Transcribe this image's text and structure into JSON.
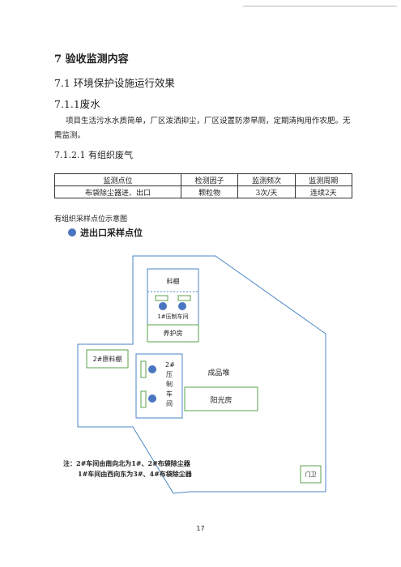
{
  "section": {
    "title": "7 验收监测内容",
    "sub1": "7.1 环境保护设施运行效果",
    "sub2": "7.1.1废水",
    "para": "项目生活污水水质简单，厂区泼洒抑尘，厂区设置防渗旱厕，定期清掏用作农肥。无需监测。",
    "sub3": "7.1.2.1 有组织废气"
  },
  "table": {
    "headers": [
      "监测点位",
      "检测因子",
      "监测频次",
      "监测周期"
    ],
    "rows": [
      [
        "布袋除尘器进、出口",
        "颗粒物",
        "3次/天",
        "连续2天"
      ]
    ]
  },
  "figure": {
    "caption": "有组织采样点位示意图",
    "legend": "进出口采样点位",
    "labels": {
      "material_shed": "料棚",
      "press1": "1#压制车间",
      "curing": "养护房",
      "raw_shed2": "2#原料棚",
      "press2": "2#压制车间",
      "product_yard": "成品堆",
      "sun_room": "阳光房",
      "gate": "门卫"
    },
    "note_line1": "注：2#车间由南向北为1#、2#布袋除尘器",
    "note_line2": "1#车间由西向东为3#、4#布袋除尘器"
  },
  "page_number": "17",
  "colors": {
    "outline": "#4a86c5",
    "building": "#5aa34a",
    "sampling_point": "#4a76c1"
  }
}
